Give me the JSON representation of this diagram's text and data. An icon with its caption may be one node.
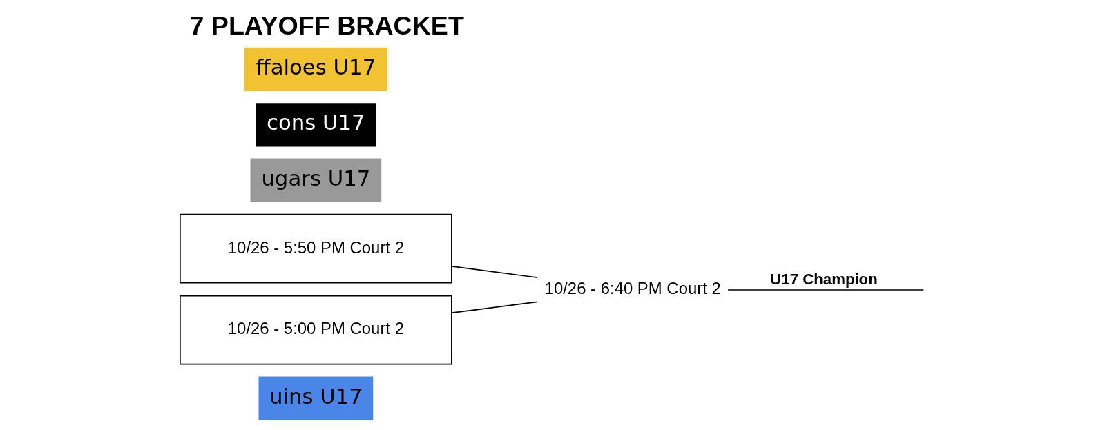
{
  "diagram": {
    "title": "7 PLAYOFF BRACKET",
    "nodes": [
      {
        "text": [
          "uins U17"
        ]
      },
      {
        "text": [
          "10/26 - 5:50 PM Court 2"
        ]
      },
      {
        "text": [
          "ugars U17"
        ]
      },
      {
        "text": [
          "cons U17"
        ]
      },
      {
        "text": [
          "10/26 - 5:00 PM Court 2"
        ]
      },
      {
        "text": [
          "ffaloes U17"
        ]
      },
      {
        "text": [
          "10/26 - 6:40 PM Court 2"
        ]
      }
    ],
    "edges": [
      {
        "from": 1,
        "to": 6,
        "arrow": "none"
      },
      {
        "from": 4,
        "to": 6,
        "arrow": "none"
      },
      {
        "from": 6,
        "to": null,
        "arrow": "none",
        "label": "U17 Champion"
      }
    ]
  }
}
